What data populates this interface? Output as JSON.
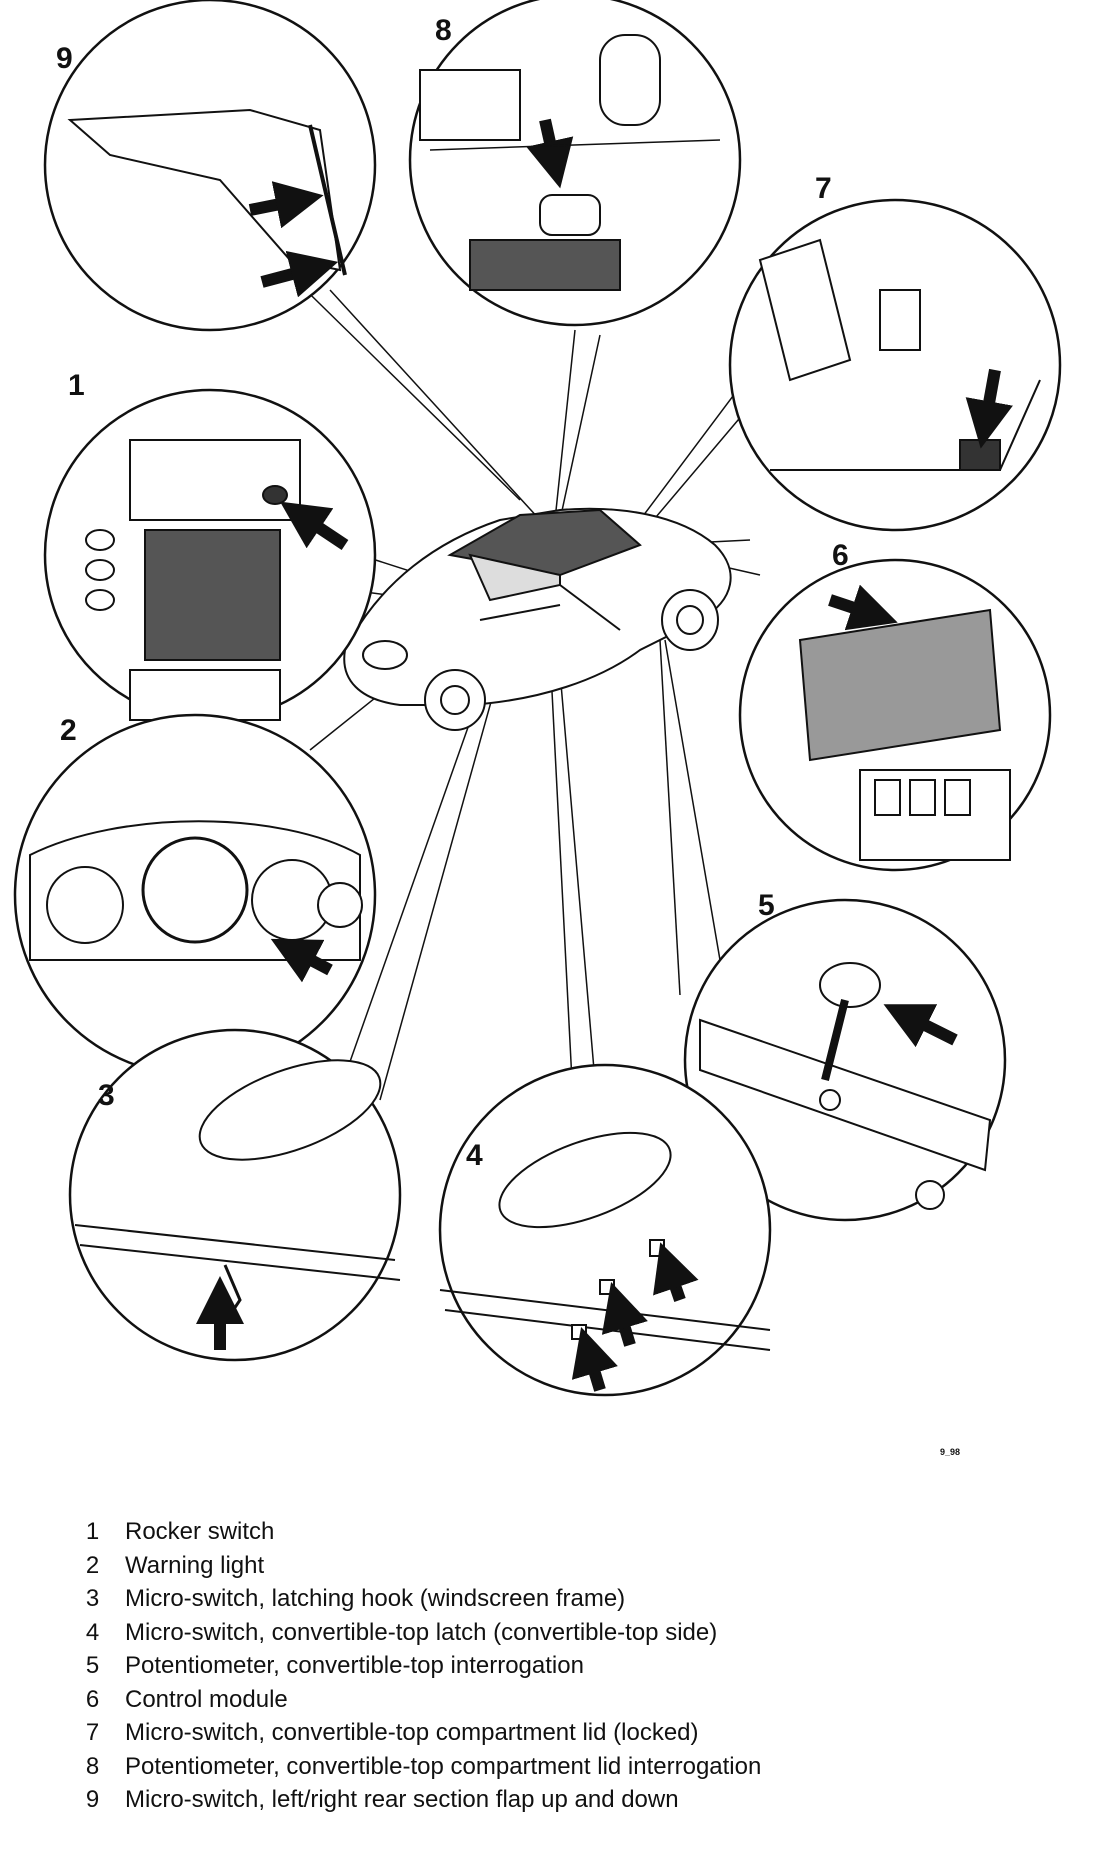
{
  "diagram": {
    "callouts": [
      "9",
      "8",
      "7",
      "1",
      "6",
      "2",
      "5",
      "3",
      "4"
    ],
    "reference_code": "9_98"
  },
  "legend": [
    {
      "number": "1",
      "text": "Rocker switch"
    },
    {
      "number": "2",
      "text": "Warning light"
    },
    {
      "number": "3",
      "text": "Micro-switch, latching hook (windscreen frame)"
    },
    {
      "number": "4",
      "text": "Micro-switch, convertible-top latch (convertible-top side)"
    },
    {
      "number": "5",
      "text": "Potentiometer, convertible-top interrogation"
    },
    {
      "number": "6",
      "text": "Control module"
    },
    {
      "number": "7",
      "text": "Micro-switch, convertible-top compartment lid (locked)"
    },
    {
      "number": "8",
      "text": "Potentiometer, convertible-top compartment lid interrogation"
    },
    {
      "number": "9",
      "text": "Micro-switch, left/right rear section flap up and down"
    }
  ]
}
